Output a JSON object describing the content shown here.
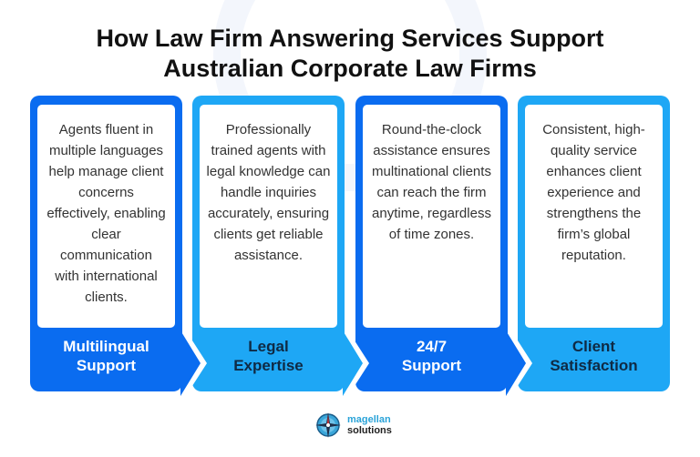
{
  "title_line1": "How Law Firm Answering Services Support",
  "title_line2": "Australian Corporate Law Firms",
  "cards": [
    {
      "text": "Agents fluent in multiple languages help manage client concerns effectively, enabling clear communication with international clients.",
      "label_line1": "Multilingual",
      "label_line2": "Support"
    },
    {
      "text": "Professionally trained agents with legal knowledge can handle inquiries accurately, ensuring clients get reliable assistance.",
      "label_line1": "Legal",
      "label_line2": "Expertise"
    },
    {
      "text": "Round-the-clock assistance ensures multinational clients can reach the firm anytime, regardless of time zones.",
      "label_line1": "24/7",
      "label_line2": "Support"
    },
    {
      "text": "Consistent, high-quality service enhances client experience and strengthens the firm’s global reputation.",
      "label_line1": "Client",
      "label_line2": "Satisfaction"
    }
  ],
  "logo": {
    "line1": "magellan",
    "line2": "solutions"
  },
  "colors": {
    "dark_blue": "#0a6cf0",
    "light_blue": "#1ea7f5"
  }
}
